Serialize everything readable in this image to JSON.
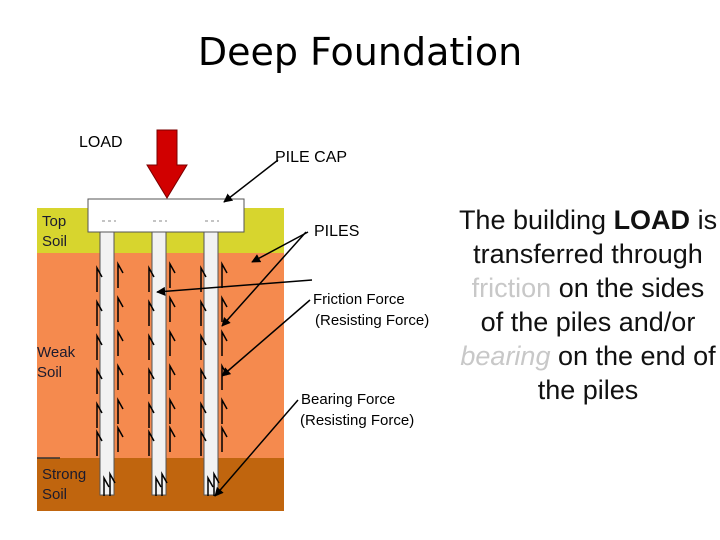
{
  "title": "Deep Foundation",
  "labels": {
    "load": "LOAD",
    "pile_cap": "PILE CAP",
    "piles": "PILES",
    "friction_force": "Friction Force",
    "friction_resisting": "(Resisting Force)",
    "bearing_force": "Bearing Force",
    "bearing_resisting": "(Resisting Force)"
  },
  "soil": {
    "top": [
      "Top",
      "Soil"
    ],
    "weak": [
      "Weak",
      "Soil"
    ],
    "strong": [
      "Strong",
      "Soil"
    ]
  },
  "description": {
    "p1": "The building",
    "load_word": "LOAD",
    "p2": " is transferred through ",
    "friction_word": "friction",
    "p3": " on the sides of the piles and/or ",
    "bearing_word": "bearing",
    "p4": " on the end of the piles"
  },
  "colors": {
    "top_soil": "#d7d52e",
    "weak_soil": "#f58a4e",
    "strong_soil": "#c0650e",
    "load_arrow": "#d10000",
    "pile": "#f2f2f2"
  }
}
